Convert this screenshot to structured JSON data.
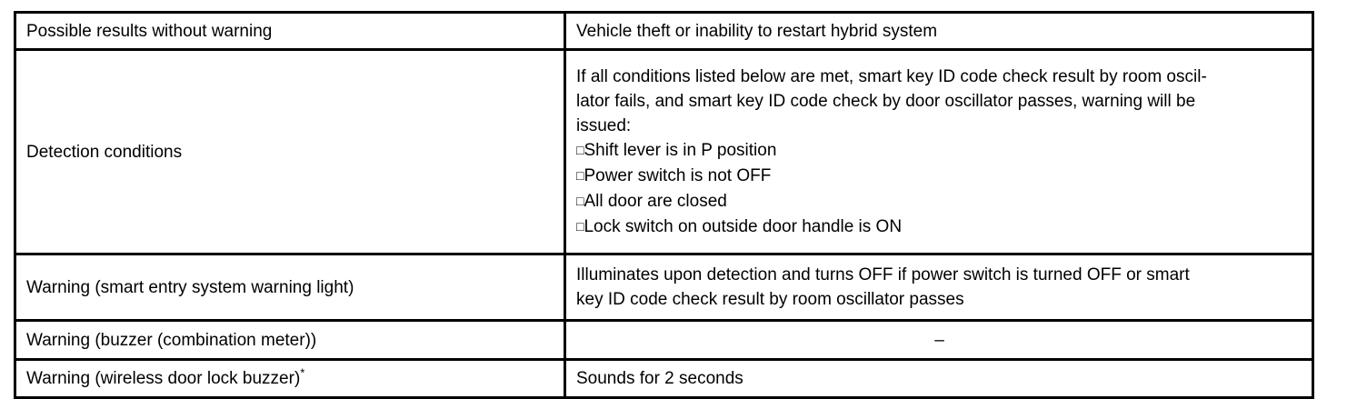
{
  "table": {
    "rows": [
      {
        "label": "Possible results without warning",
        "value": "Vehicle theft or inability to restart hybrid system"
      },
      {
        "label": "Detection conditions",
        "intro_lines": [
          "If all conditions listed below are met, smart key ID code check result by room oscil-",
          "lator fails, and smart key ID code check by door oscillator passes, warning will be",
          "issued:"
        ],
        "bullet_glyph": "□",
        "bullets": [
          "Shift lever is in P position",
          "Power switch is not OFF",
          "All door are closed",
          "Lock switch on outside door handle is ON"
        ]
      },
      {
        "label": "Warning (smart entry system warning light)",
        "value_lines": [
          "Illuminates upon detection and turns OFF if power switch is turned OFF or smart",
          "key ID code check result by room oscillator passes"
        ]
      },
      {
        "label": "Warning (buzzer (combination meter))",
        "value": "–"
      },
      {
        "label": "Warning (wireless door lock buzzer)",
        "label_superscript": "*",
        "value": "Sounds for 2 seconds"
      }
    ]
  }
}
